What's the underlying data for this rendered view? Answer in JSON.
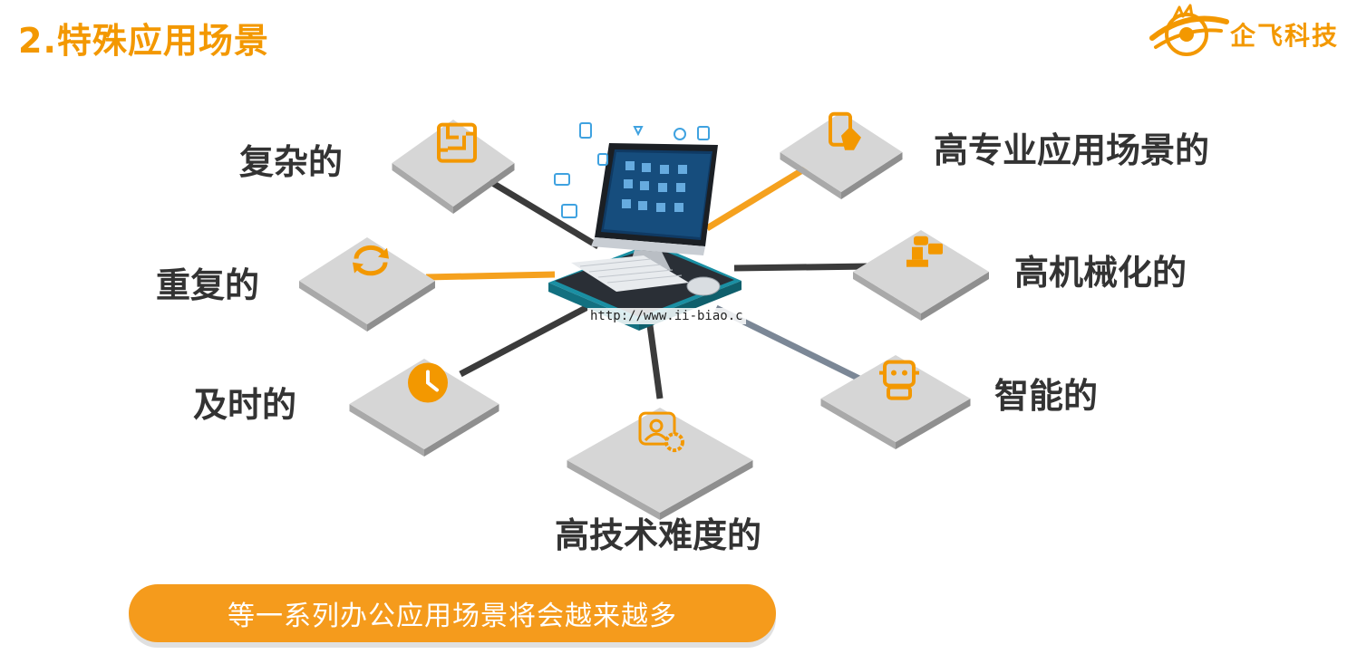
{
  "page": {
    "title": "2.特殊应用场景",
    "logo": {
      "text": "企飞科技",
      "icon": "winged-globe-logo"
    },
    "watermark": "http://www.ii-biao.c",
    "banner_text": "等一系列办公应用场景将会越来越多"
  },
  "colors": {
    "accent": "#f39800",
    "tile": "#d6d6d6",
    "tile_shadow": "#a9a9a9",
    "line_dark": "#3b3b3b",
    "line_orange": "#f5a11e",
    "line_slate": "#7b8796",
    "label": "#333333",
    "hub_teal": "#1a8fa3"
  },
  "center": {
    "label": "",
    "icon": "desktop-computer-icon"
  },
  "scenarios": [
    {
      "id": "complex",
      "label": "复杂的",
      "icon": "maze-icon",
      "connector": "line_dark"
    },
    {
      "id": "repetitive",
      "label": "重复的",
      "icon": "refresh-arrows-icon",
      "connector": "line_orange"
    },
    {
      "id": "timely",
      "label": "及时的",
      "icon": "clock-icon",
      "connector": "line_dark"
    },
    {
      "id": "high-tech",
      "label": "高技术难度的",
      "icon": "user-settings-icon",
      "connector": "line_dark"
    },
    {
      "id": "intelligent",
      "label": "智能的",
      "icon": "robot-icon",
      "connector": "line_slate"
    },
    {
      "id": "mechanized",
      "label": "高机械化的",
      "icon": "robot-arm-icon",
      "connector": "line_dark"
    },
    {
      "id": "professional",
      "label": "高专业应用场景的",
      "icon": "phone-touch-icon",
      "connector": "line_orange"
    }
  ]
}
